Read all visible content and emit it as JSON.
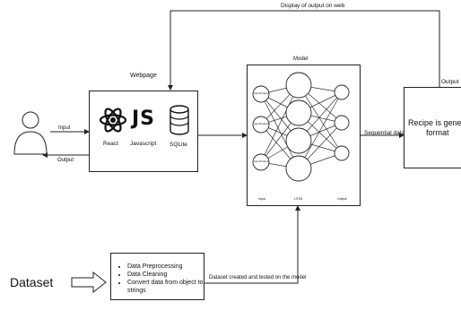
{
  "top_arrow_label": "Display of output on web",
  "output_top_label": "Output",
  "webpage": {
    "title": "Webpage",
    "items": [
      {
        "label": "React",
        "icon": "react-icon"
      },
      {
        "label": "Javascript",
        "icon": "js-icon"
      },
      {
        "label": "SQLite",
        "icon": "database-icon"
      }
    ]
  },
  "user": {
    "icon": "user-icon",
    "input_label": "Input",
    "output_label": "Output"
  },
  "model": {
    "title": "Model",
    "input_node_label": "Input/Output",
    "bottom_labels": [
      "Input",
      "LSTM",
      "Output"
    ]
  },
  "sequential_label": "Sequential data",
  "recipe_box": {
    "line1": "Recipe is generated in t",
    "line2": "format"
  },
  "dataset": {
    "title": "Dataset",
    "steps": [
      "Data Preprocessing",
      "Data Cleaning",
      "Convert data from object to",
      "strings"
    ],
    "arrow_label": "Dataset created and tested on the model"
  }
}
